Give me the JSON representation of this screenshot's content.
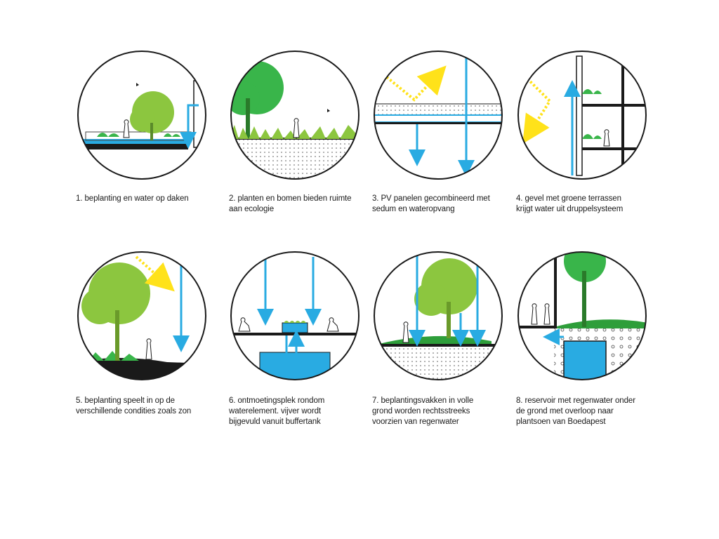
{
  "panels": [
    {
      "lines": [
        "1. beplanting en water op daken"
      ]
    },
    {
      "lines": [
        "2. planten en bomen bieden ruimte",
        "aan ecologie"
      ]
    },
    {
      "lines": [
        "3. PV panelen gecombineerd met",
        "sedum en wateropvang"
      ]
    },
    {
      "lines": [
        "4. gevel met groene terrassen",
        "krijgt water uit druppelsysteem"
      ]
    },
    {
      "lines": [
        "5. beplanting speelt in op de",
        "verschillende condities zoals zon"
      ]
    },
    {
      "lines": [
        "6. ontmoetingsplek rondom",
        "waterelement. vijver wordt",
        "bijgevuld vanuit buffertank"
      ]
    },
    {
      "lines": [
        "7. beplantingsvakken in volle",
        "grond worden rechtsstreeks",
        "voorzien van regenwater"
      ]
    },
    {
      "lines": [
        "8. reservoir met regenwater onder",
        "de grond met overloop naar",
        "plantsoen van Boedapest"
      ]
    }
  ],
  "colors": {
    "water": "#29abe2",
    "sun": "#ffe21a",
    "tree_light": "#8cc63f",
    "tree_dark": "#39b54a",
    "grass": "#2e9e3a",
    "ink": "#1a1a1a"
  }
}
